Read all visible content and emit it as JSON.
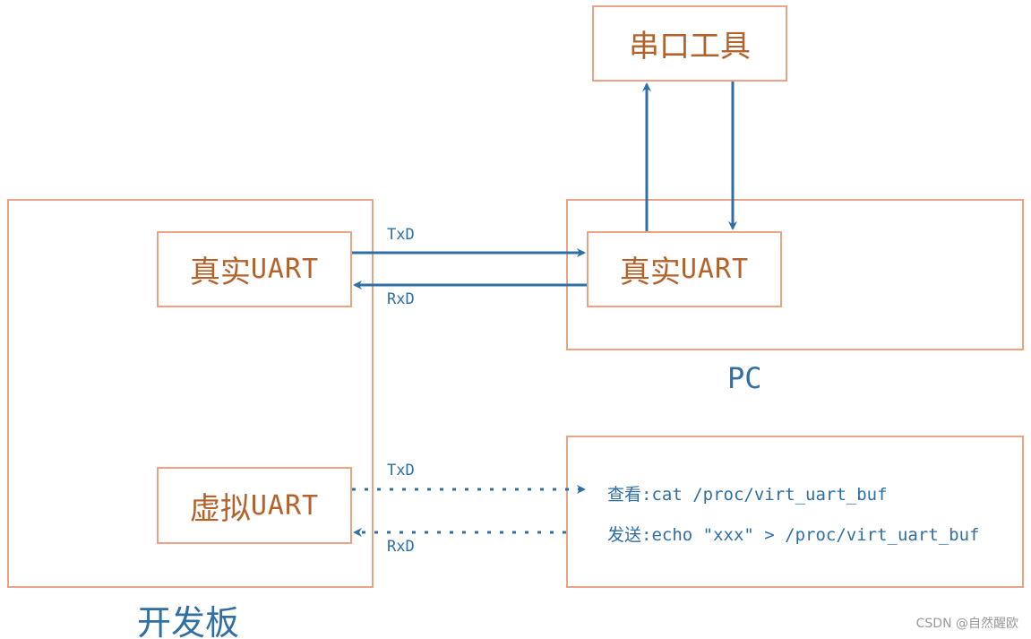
{
  "serial_tool": {
    "label": "串口工具"
  },
  "board": {
    "label": "开发板",
    "real_uart": {
      "cn": "真实",
      "latin": "UART"
    },
    "virt_uart": {
      "cn": "虚拟",
      "latin": "UART"
    }
  },
  "pc": {
    "label": "PC",
    "real_uart": {
      "cn": "真实",
      "latin": "UART"
    }
  },
  "signals": {
    "real_txd": "TxD",
    "real_rxd": "RxD",
    "virt_txd": "TxD",
    "virt_rxd": "RxD"
  },
  "proc_panel": {
    "view_cmd": "查看:cat /proc/virt_uart_buf",
    "send_cmd": "发送:echo \"xxx\" > /proc/virt_uart_buf"
  },
  "watermark": "CSDN @自然醒欧",
  "colors": {
    "box_border": "#e8a485",
    "box_text": "#b4622b",
    "arrow": "#2f6fa4"
  }
}
